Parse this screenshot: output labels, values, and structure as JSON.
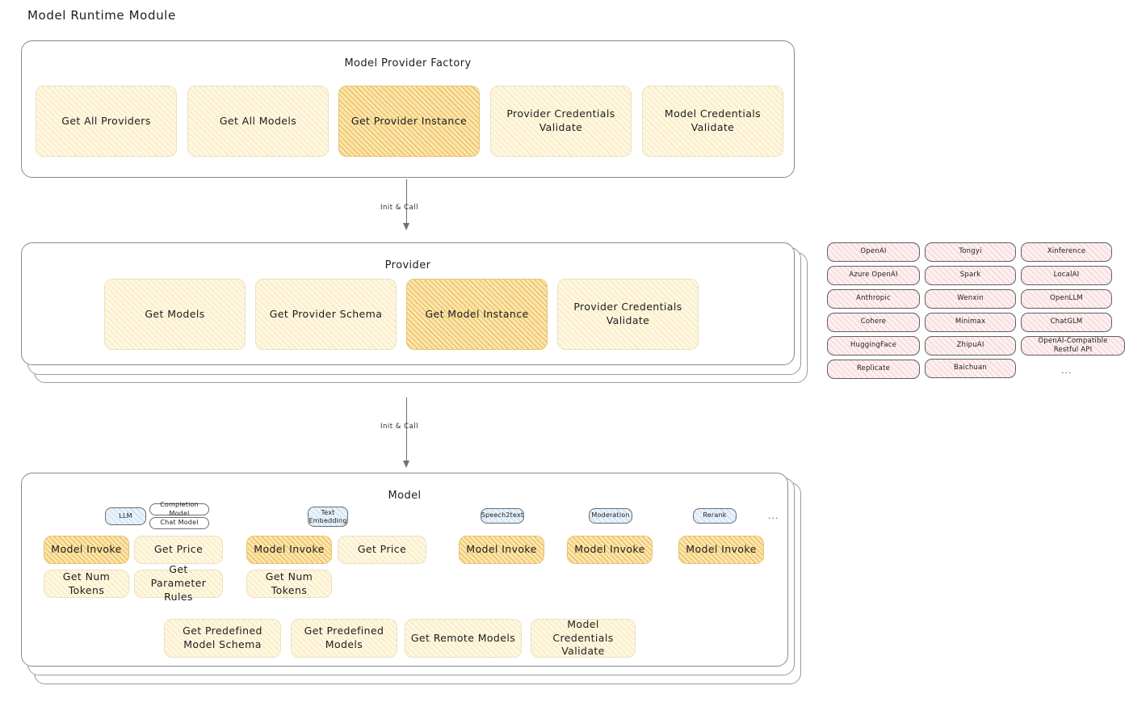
{
  "page": {
    "title": "Model Runtime Module"
  },
  "factory": {
    "title": "Model Provider Factory",
    "boxes": [
      {
        "label": "Get All Providers",
        "highlight": false
      },
      {
        "label": "Get All Models",
        "highlight": false
      },
      {
        "label": "Get Provider Instance",
        "highlight": true
      },
      {
        "label": "Provider Credentials Validate",
        "highlight": false
      },
      {
        "label": "Model Credentials Validate",
        "highlight": false
      }
    ]
  },
  "arrows": [
    {
      "label": "Init & Call"
    },
    {
      "label": "Init & Call"
    }
  ],
  "provider": {
    "title": "Provider",
    "boxes": [
      {
        "label": "Get Models",
        "highlight": false
      },
      {
        "label": "Get Provider Schema",
        "highlight": false
      },
      {
        "label": "Get Model Instance",
        "highlight": true
      },
      {
        "label": "Provider Credentials Validate",
        "highlight": false
      }
    ]
  },
  "provider_list": {
    "columns": [
      [
        "OpenAI",
        "Azure OpenAI",
        "Anthropic",
        "Cohere",
        "HuggingFace",
        "Replicate"
      ],
      [
        "Tongyi",
        "Spark",
        "Wenxin",
        "Minimax",
        "ZhipuAI",
        "Baichuan"
      ],
      [
        "Xinference",
        "LocalAI",
        "OpenLLM",
        "ChatGLM",
        "OpenAI-Compatible Restful API"
      ]
    ],
    "more": "..."
  },
  "model": {
    "title": "Model",
    "more": "...",
    "types": [
      {
        "name": "LLM",
        "style": "blue",
        "subtags": [
          "Completion Model",
          "Chat Model"
        ]
      },
      {
        "name": "Text Embedding",
        "style": "blue",
        "subtags": []
      },
      {
        "name": "Speech2text",
        "style": "blue",
        "subtags": []
      },
      {
        "name": "Moderation",
        "style": "blue",
        "subtags": []
      },
      {
        "name": "Rerank",
        "style": "blue",
        "subtags": []
      }
    ],
    "methods": {
      "llm": [
        {
          "label": "Model Invoke",
          "highlight": true
        },
        {
          "label": "Get Price",
          "highlight": false
        },
        {
          "label": "Get Num Tokens",
          "highlight": false
        },
        {
          "label": "Get Parameter Rules",
          "highlight": false
        }
      ],
      "text_embedding": [
        {
          "label": "Model Invoke",
          "highlight": true
        },
        {
          "label": "Get Price",
          "highlight": false
        },
        {
          "label": "Get Num Tokens",
          "highlight": false
        }
      ],
      "speech2text": [
        {
          "label": "Model Invoke",
          "highlight": true
        }
      ],
      "moderation": [
        {
          "label": "Model Invoke",
          "highlight": true
        }
      ],
      "rerank": [
        {
          "label": "Model Invoke",
          "highlight": true
        }
      ]
    },
    "common": [
      {
        "label": "Get Predefined Model Schema"
      },
      {
        "label": "Get Predefined Models"
      },
      {
        "label": "Get Remote Models"
      },
      {
        "label": "Model Credentials Validate"
      }
    ]
  },
  "colors": {
    "cream": "#fdf7e3",
    "amber": "#fbe7b4",
    "rose": "#fdf0f0",
    "blue": "#eaf3fb",
    "stroke": "#8a8a8e"
  }
}
